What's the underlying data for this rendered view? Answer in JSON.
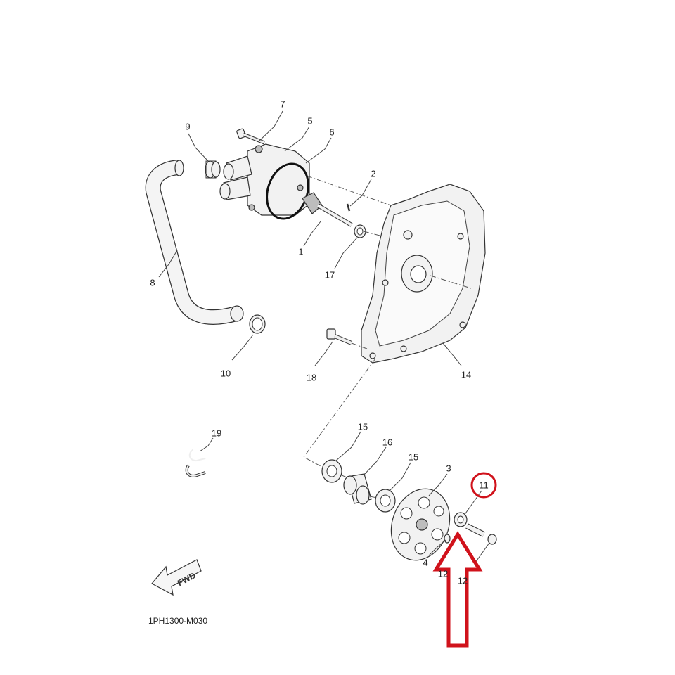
{
  "callouts": {
    "n1": "1",
    "n2": "2",
    "n3": "3",
    "n4": "4",
    "n5": "5",
    "n6": "6",
    "n7": "7",
    "n8": "8",
    "n9": "9",
    "n10": "10",
    "n11": "11",
    "n12a": "12",
    "n12b": "12",
    "n14": "14",
    "n15a": "15",
    "n15b": "15",
    "n16": "16",
    "n17": "17",
    "n18": "18",
    "n19": "19"
  },
  "fwd_label": "FWD",
  "drawing_code": "1PH1300-M030",
  "highlight_color": "#d0121b",
  "highlight_part": "11"
}
